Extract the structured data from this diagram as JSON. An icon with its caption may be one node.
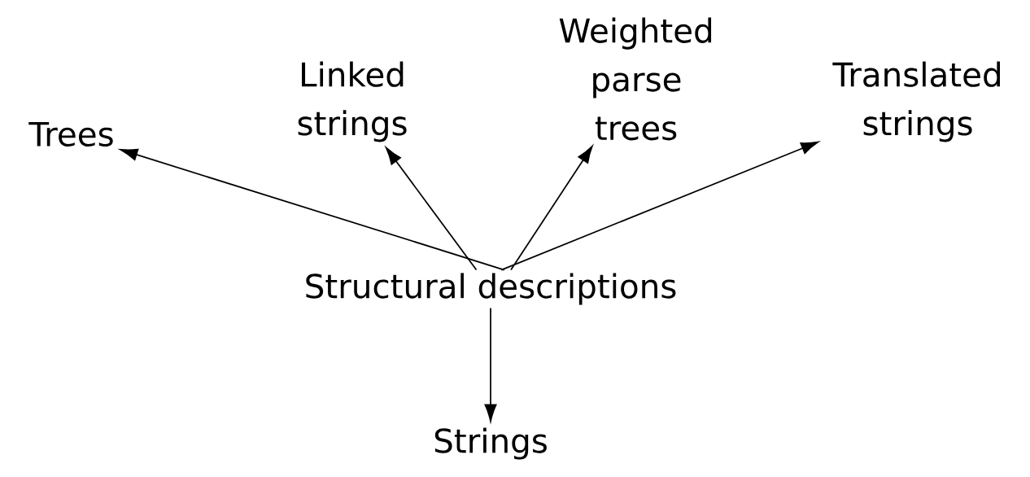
{
  "diagram": {
    "nodes": [
      {
        "text": [
          "Trees"
        ]
      },
      {
        "text": [
          "Linked strings"
        ]
      },
      {
        "text": [
          "Weighted parse trees"
        ]
      },
      {
        "text": [
          "Translated strings"
        ]
      },
      {
        "text": [
          "Structural descriptions"
        ]
      },
      {
        "text": [
          "Strings"
        ]
      }
    ],
    "edges": [
      {
        "from": 4,
        "to": 0,
        "arrow": "to"
      },
      {
        "from": 4,
        "to": 1,
        "arrow": "to"
      },
      {
        "from": 4,
        "to": 2,
        "arrow": "to"
      },
      {
        "from": 4,
        "to": 3,
        "arrow": "to"
      },
      {
        "from": 4,
        "to": 5,
        "arrow": "to"
      }
    ]
  }
}
